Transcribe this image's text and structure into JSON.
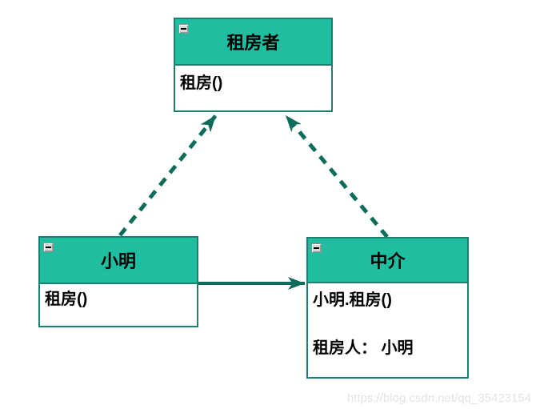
{
  "diagram": {
    "nodes": [
      {
        "id": "renter",
        "title": "租房者",
        "body_lines": [
          "租房()"
        ]
      },
      {
        "id": "xiaoming",
        "title": "小明",
        "body_lines": [
          "租房()"
        ]
      },
      {
        "id": "agent",
        "title": "中介",
        "body_lines": [
          "小明.租房()",
          "租房人： 小明"
        ]
      }
    ],
    "edges": [
      {
        "from": "xiaoming",
        "to": "renter",
        "style": "dashed",
        "arrowhead": "filled-triangle"
      },
      {
        "from": "agent",
        "to": "renter",
        "style": "dashed",
        "arrowhead": "filled-triangle"
      },
      {
        "from": "xiaoming",
        "to": "agent",
        "style": "solid",
        "arrowhead": "filled-triangle"
      }
    ],
    "collapse_icon": "minus"
  },
  "watermark": "https://blog.csdn.net/qq_35423154",
  "colors": {
    "header_fill": "#1fbea0",
    "box_border": "#1d7f6d",
    "arrow": "#0e6c5a",
    "text": "#000000",
    "watermark": "#e4e4e4",
    "background": "#ffffff"
  }
}
